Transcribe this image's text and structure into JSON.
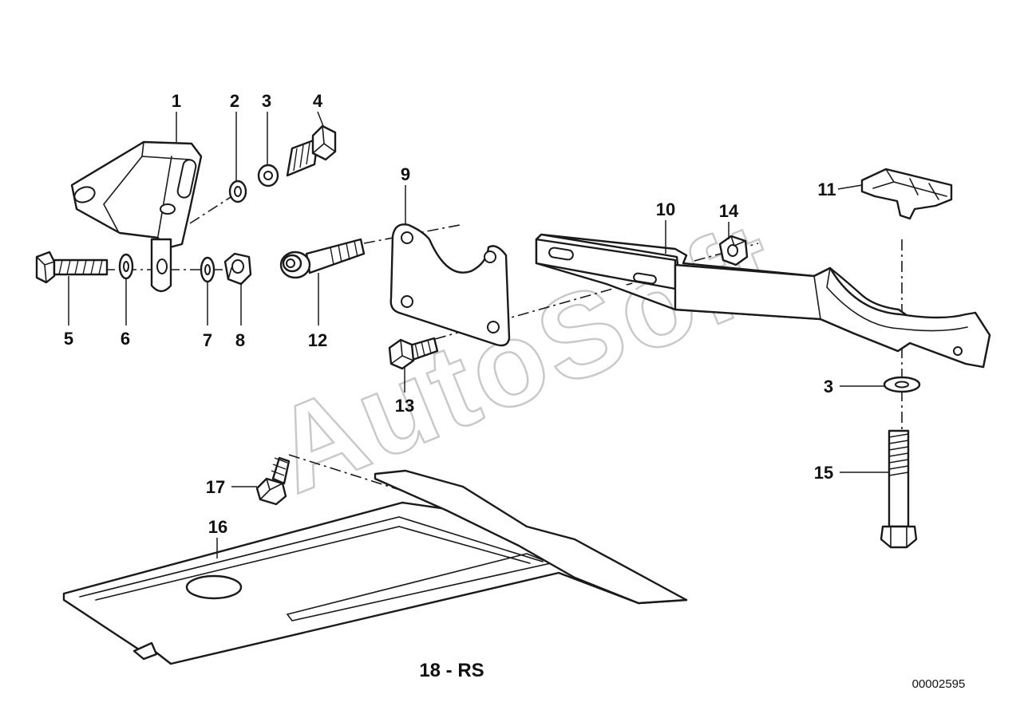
{
  "watermark": "AutoSoft",
  "caption": "18 - RS",
  "diagram_code": "00002595",
  "colors": {
    "line": "#1a1a1a",
    "watermark": "#c9c9c9",
    "background": "#ffffff"
  },
  "callouts": [
    {
      "id": "1",
      "label": "1"
    },
    {
      "id": "2",
      "label": "2"
    },
    {
      "id": "3a",
      "label": "3"
    },
    {
      "id": "4",
      "label": "4"
    },
    {
      "id": "5",
      "label": "5"
    },
    {
      "id": "6",
      "label": "6"
    },
    {
      "id": "7",
      "label": "7"
    },
    {
      "id": "8",
      "label": "8"
    },
    {
      "id": "9",
      "label": "9"
    },
    {
      "id": "10",
      "label": "10"
    },
    {
      "id": "11",
      "label": "11"
    },
    {
      "id": "12",
      "label": "12"
    },
    {
      "id": "13",
      "label": "13"
    },
    {
      "id": "14",
      "label": "14"
    },
    {
      "id": "3b",
      "label": "3"
    },
    {
      "id": "15",
      "label": "15"
    },
    {
      "id": "16",
      "label": "16"
    },
    {
      "id": "17",
      "label": "17"
    }
  ]
}
